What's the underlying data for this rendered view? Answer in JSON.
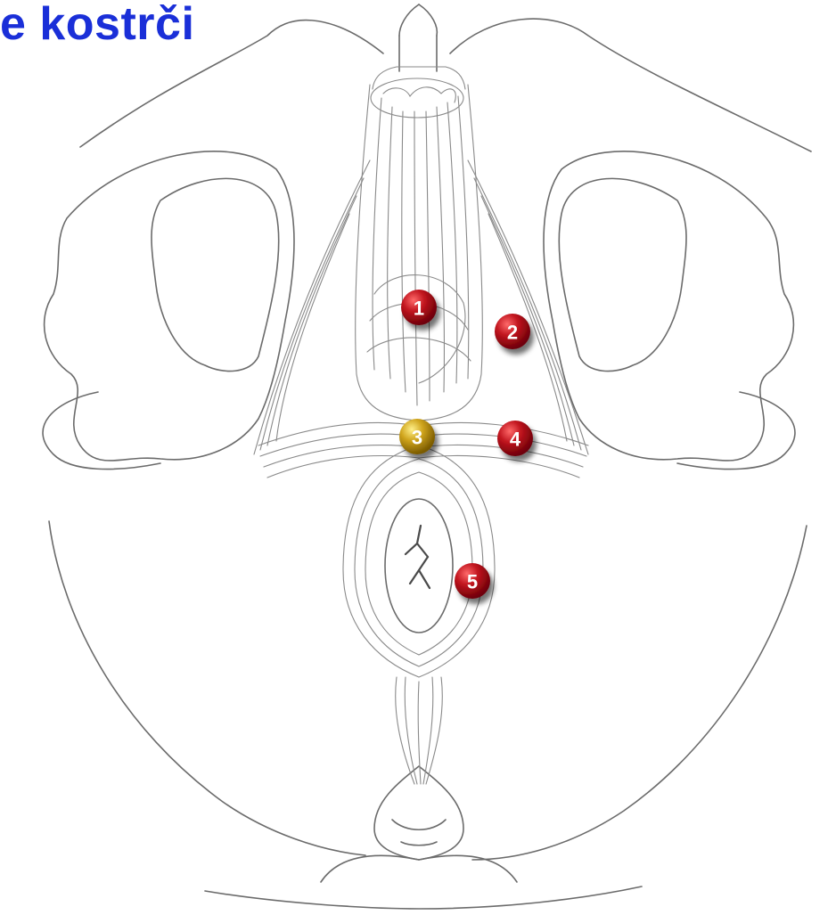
{
  "title": "e kostrči",
  "colors": {
    "title": "#1a2fd8",
    "line": "#6b6b6b",
    "fiber": "#8a8a8a",
    "marker_red": "#b0101a",
    "marker_gold": "#c8a21a",
    "marker_text": "#ffffff"
  },
  "markers": [
    {
      "id": "1",
      "label": "1",
      "color": "red"
    },
    {
      "id": "2",
      "label": "2",
      "color": "red"
    },
    {
      "id": "3",
      "label": "3",
      "color": "gold"
    },
    {
      "id": "4",
      "label": "4",
      "color": "red"
    },
    {
      "id": "5",
      "label": "5",
      "color": "red"
    }
  ]
}
